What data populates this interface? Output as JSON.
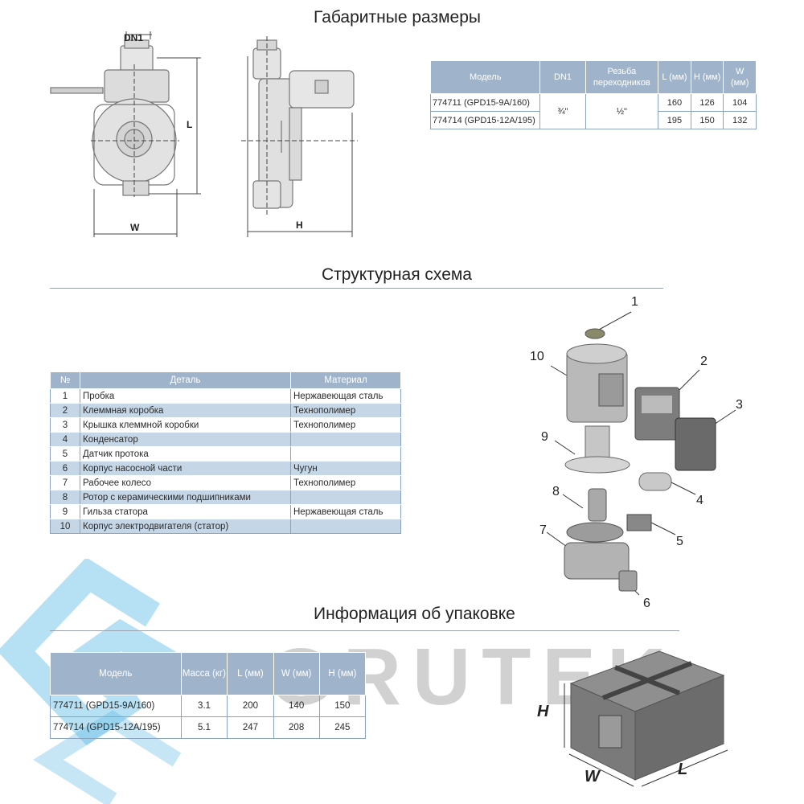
{
  "titles": {
    "dimensions": "Габаритные размеры",
    "structure": "Структурная схема",
    "packaging": "Информация об упаковке"
  },
  "drawing_labels": {
    "dn1": "DN1",
    "l": "L",
    "w": "W",
    "h": "H"
  },
  "dimensions_table": {
    "headers": [
      "Модель",
      "DN1",
      "Резьба переходников",
      "L (мм)",
      "H (мм)",
      "W (мм)"
    ],
    "dn1": "¾\"",
    "thread": "½\"",
    "rows": [
      {
        "model": "774711 (GPD15-9A/160)",
        "l": "160",
        "h": "126",
        "w": "104"
      },
      {
        "model": "774714 (GPD15-12A/195)",
        "l": "195",
        "h": "150",
        "w": "132"
      }
    ]
  },
  "parts_table": {
    "headers": [
      "№",
      "Деталь",
      "Материал"
    ],
    "rows": [
      {
        "n": "1",
        "part": "Пробка",
        "material": "Нержавеющая сталь"
      },
      {
        "n": "2",
        "part": "Клеммная коробка",
        "material": "Технополимер"
      },
      {
        "n": "3",
        "part": "Крышка клеммной коробки",
        "material": "Технополимер"
      },
      {
        "n": "4",
        "part": "Конденсатор",
        "material": ""
      },
      {
        "n": "5",
        "part": "Датчик протока",
        "material": ""
      },
      {
        "n": "6",
        "part": "Корпус насосной части",
        "material": "Чугун"
      },
      {
        "n": "7",
        "part": "Рабочее колесо",
        "material": "Технополимер"
      },
      {
        "n": "8",
        "part": "Ротор с керамическими подшипниками",
        "material": ""
      },
      {
        "n": "9",
        "part": "Гильза статора",
        "material": "Нержавеющая сталь"
      },
      {
        "n": "10",
        "part": "Корпус электродвигателя (статор)",
        "material": ""
      }
    ]
  },
  "callouts": [
    "1",
    "2",
    "3",
    "4",
    "5",
    "6",
    "7",
    "8",
    "9",
    "10"
  ],
  "packaging_table": {
    "headers": [
      "Модель",
      "Масса (кг)",
      "L (мм)",
      "W (мм)",
      "H (мм)"
    ],
    "rows": [
      {
        "model": "774711 (GPD15-9A/160)",
        "mass": "3.1",
        "l": "200",
        "w": "140",
        "h": "150"
      },
      {
        "model": "774714 (GPD15-12A/195)",
        "mass": "5.1",
        "l": "247",
        "w": "208",
        "h": "245"
      }
    ]
  },
  "box_labels": {
    "h": "H",
    "w": "W",
    "l": "L"
  },
  "watermark": {
    "brand": "GRUTEK"
  },
  "colors": {
    "header_bg": "#9fb4cb",
    "row_alt": "#c5d6e7",
    "watermark_blue": "#7cc8ec"
  }
}
